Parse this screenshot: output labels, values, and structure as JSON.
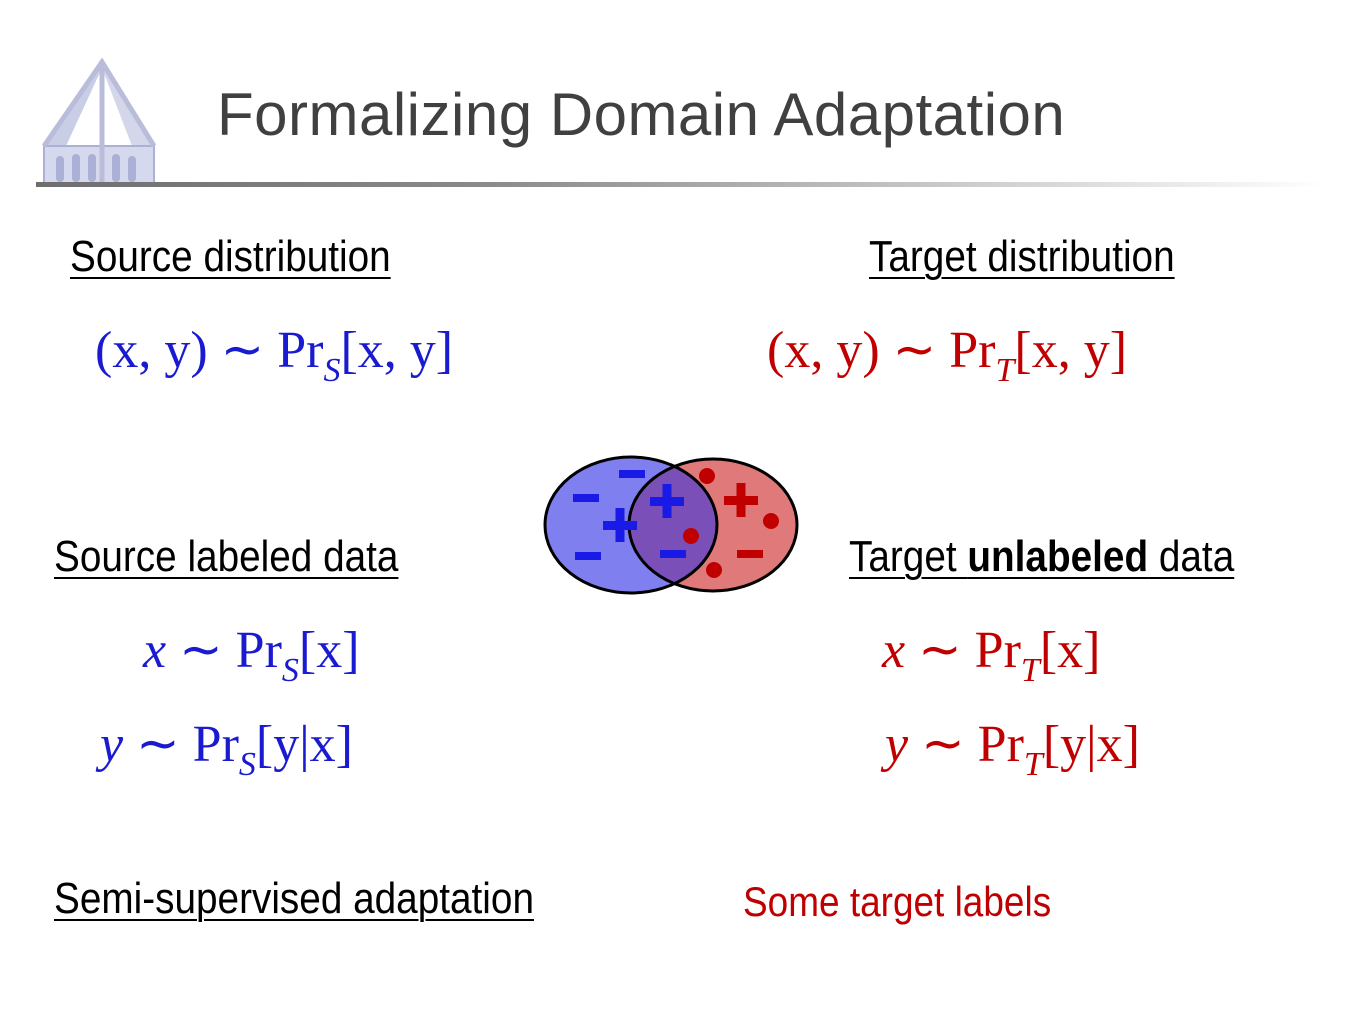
{
  "title": "Formalizing Domain Adaptation",
  "source": {
    "heading": "Source distribution",
    "formula": {
      "lhs": "(x, y)",
      "rel": "∼",
      "op": "Pr",
      "sub": "S",
      "arg": "[x, y]"
    },
    "labeled_heading": "Source labeled data",
    "x_formula": {
      "lhs": "x",
      "rel": "∼",
      "op": "Pr",
      "sub": "S",
      "arg": "[x]"
    },
    "y_formula": {
      "lhs": "y",
      "rel": "∼",
      "op": "Pr",
      "sub": "S",
      "arg": "[y|x]"
    }
  },
  "target": {
    "heading": "Target distribution",
    "formula": {
      "lhs": "(x, y)",
      "rel": "∼",
      "op": "Pr",
      "sub": "T",
      "arg": "[x, y]"
    },
    "unlabeled_heading_pre": "Target ",
    "unlabeled_heading_bold": "unlabeled",
    "unlabeled_heading_post": " data",
    "x_formula": {
      "lhs": "x",
      "rel": "∼",
      "op": "Pr",
      "sub": "T",
      "arg": "[x]"
    },
    "y_formula": {
      "lhs": "y",
      "rel": "∼",
      "op": "Pr",
      "sub": "T",
      "arg": "[y|x]"
    }
  },
  "semi_supervised_heading": "Semi-supervised adaptation",
  "some_target_labels": "Some target labels",
  "colors": {
    "source": "#1a1ad0",
    "target": "#c00000",
    "source_fill": "#7f7ff0",
    "target_fill": "#e07a7a",
    "overlap_fill": "#7a4fb8",
    "title": "#404040"
  },
  "icons": {
    "logo": "cathedral-logo-icon"
  }
}
